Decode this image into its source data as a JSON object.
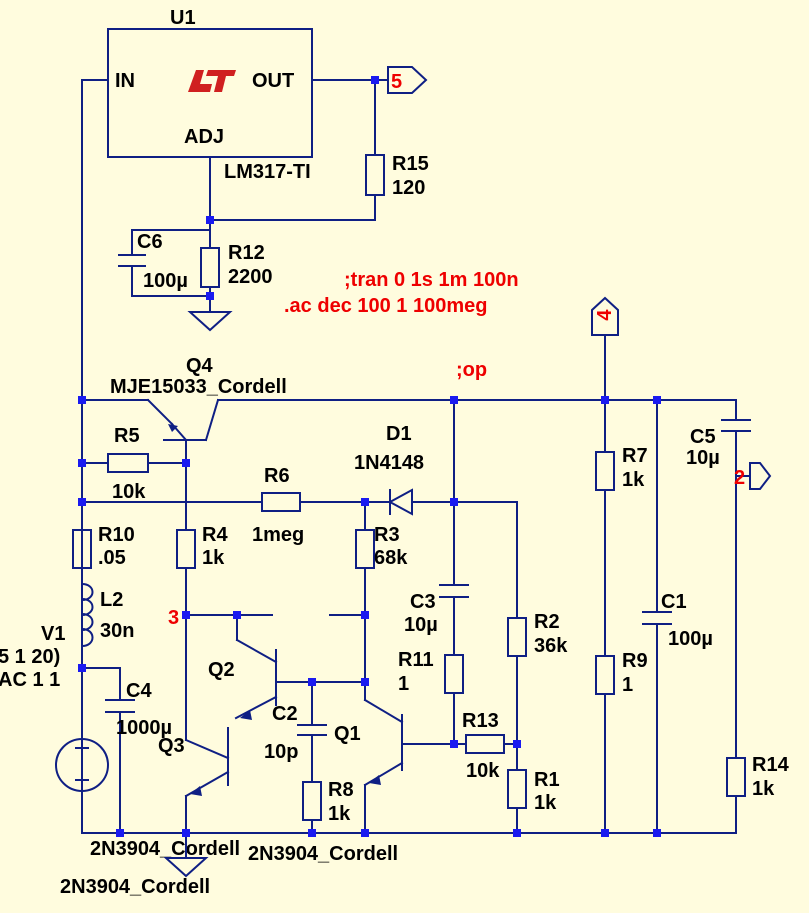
{
  "u1": {
    "ref": "U1",
    "pin_in": "IN",
    "pin_out": "OUT",
    "pin_adj": "ADJ",
    "value": "LM317-TI"
  },
  "resistors": {
    "r15": {
      "ref": "R15",
      "value": "120"
    },
    "r12": {
      "ref": "R12",
      "value": "2200"
    },
    "r5": {
      "ref": "R5",
      "value": "10k"
    },
    "r6": {
      "ref": "R6",
      "value": "1meg"
    },
    "r10": {
      "ref": "R10",
      "value": ".05"
    },
    "r4": {
      "ref": "R4",
      "value": "1k"
    },
    "r3": {
      "ref": "R3",
      "value": "68k"
    },
    "r7": {
      "ref": "R7",
      "value": "1k"
    },
    "r2": {
      "ref": "R2",
      "value": "36k"
    },
    "r11": {
      "ref": "R11",
      "value": "1"
    },
    "r9": {
      "ref": "R9",
      "value": "1"
    },
    "r13": {
      "ref": "R13",
      "value": "10k"
    },
    "r1": {
      "ref": "R1",
      "value": "1k"
    },
    "r8": {
      "ref": "R8",
      "value": "1k"
    },
    "r14": {
      "ref": "R14",
      "value": "1k"
    }
  },
  "capacitors": {
    "c6": {
      "ref": "C6",
      "value": "100µ"
    },
    "c5": {
      "ref": "C5",
      "value": "10µ"
    },
    "c3": {
      "ref": "C3",
      "value": "10µ"
    },
    "c1": {
      "ref": "C1",
      "value": "100µ"
    },
    "c4": {
      "ref": "C4",
      "value": "1000µ"
    },
    "c2": {
      "ref": "C2",
      "value": "10p"
    }
  },
  "l2": {
    "ref": "L2",
    "value": "30n"
  },
  "d1": {
    "ref": "D1",
    "value": "1N4148"
  },
  "v1": {
    "ref": "V1",
    "value_line1": "5 1 20)",
    "value_line2": "AC 1 1"
  },
  "transistors": {
    "q4": {
      "ref": "Q4",
      "model": "MJE15033_Cordell"
    },
    "q2": {
      "ref": "Q2"
    },
    "q3": {
      "ref": "Q3",
      "model": "2N3904_Cordell"
    },
    "q1": {
      "ref": "Q1",
      "model": "2N3904_Cordell"
    },
    "q2_model": "2N3904_Cordell"
  },
  "directives": {
    "tran": ";tran 0 1s 1m 100n",
    "ac": ".ac dec 100 1 100meg",
    "op": ";op"
  },
  "nets": {
    "n5": "5",
    "n4": "4",
    "n2": "2",
    "n3": "3"
  },
  "colors": {
    "background": "#fffcde",
    "wire": "#0f1f84",
    "junction": "#1a1af0",
    "directive": "#ee0000",
    "logo": "#d02020"
  }
}
